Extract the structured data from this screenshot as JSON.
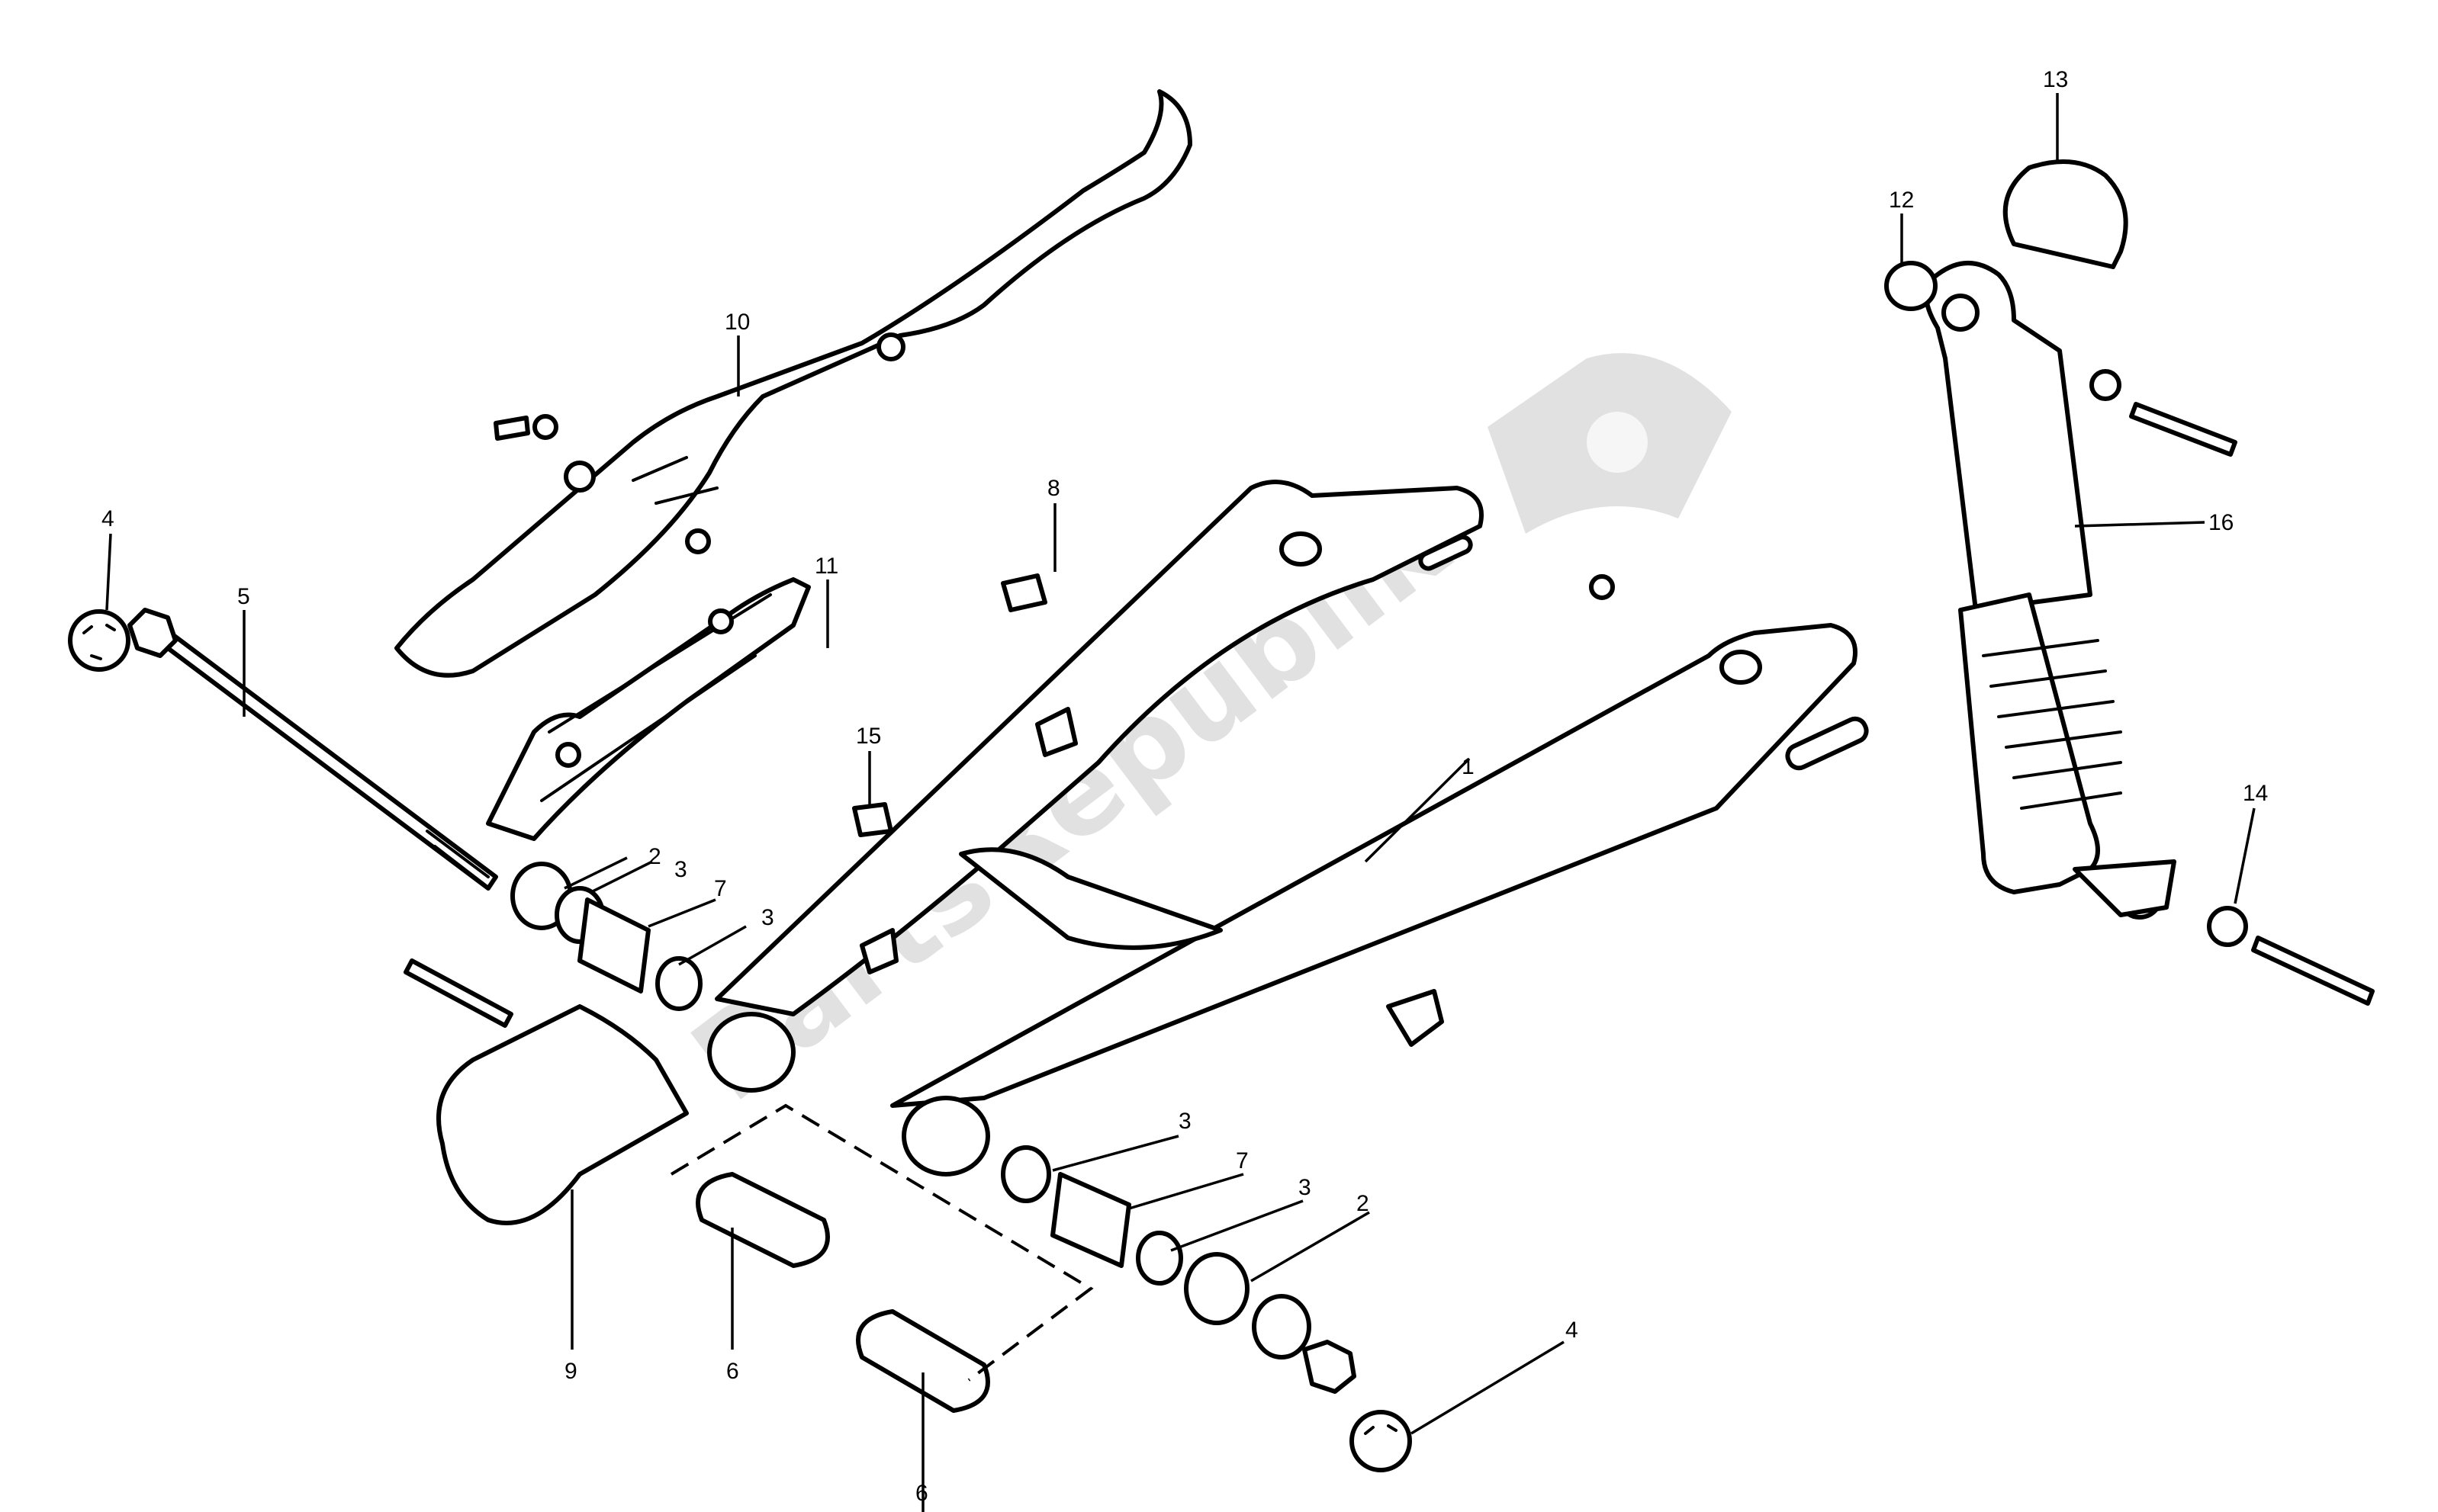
{
  "watermark": {
    "text": "PartsRepublik"
  },
  "callouts": [
    {
      "id": "c1",
      "label": "1"
    },
    {
      "id": "c2a",
      "label": "2"
    },
    {
      "id": "c2b",
      "label": "2"
    },
    {
      "id": "c3a",
      "label": "3"
    },
    {
      "id": "c3b",
      "label": "3"
    },
    {
      "id": "c3c",
      "label": "3"
    },
    {
      "id": "c3d",
      "label": "3"
    },
    {
      "id": "c4a",
      "label": "4"
    },
    {
      "id": "c4b",
      "label": "4"
    },
    {
      "id": "c5",
      "label": "5"
    },
    {
      "id": "c6a",
      "label": "6"
    },
    {
      "id": "c6b",
      "label": "6"
    },
    {
      "id": "c7a",
      "label": "7"
    },
    {
      "id": "c7b",
      "label": "7"
    },
    {
      "id": "c8",
      "label": "8"
    },
    {
      "id": "c9",
      "label": "9"
    },
    {
      "id": "c10",
      "label": "10"
    },
    {
      "id": "c11",
      "label": "11"
    },
    {
      "id": "c12",
      "label": "12"
    },
    {
      "id": "c13",
      "label": "13"
    },
    {
      "id": "c14",
      "label": "14"
    },
    {
      "id": "c15",
      "label": "15"
    },
    {
      "id": "c16",
      "label": "16"
    }
  ]
}
